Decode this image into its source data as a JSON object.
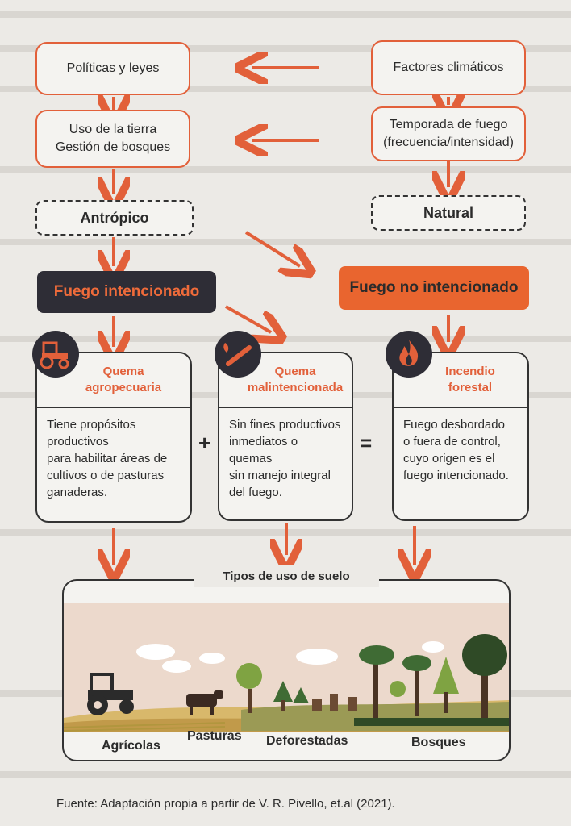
{
  "top_boxes": {
    "politicas": "Políticas y leyes",
    "uso_line1": "Uso de la tierra",
    "uso_line2": "Gestión de bosques",
    "factores": "Factores climáticos",
    "temporada_line1": "Temporada de fuego",
    "temporada_line2": "(frecuencia/intensidad)"
  },
  "origins": {
    "antropico": "Antrópico",
    "natural": "Natural"
  },
  "fire_types": {
    "intencionado": "Fuego intencionado",
    "no_intencionado": "Fuego no intencionado"
  },
  "cards": [
    {
      "title_line1": "Quema",
      "title_line2": "agropecuaria",
      "body": [
        "Tiene propósitos",
        "productivos",
        "para habilitar áreas de",
        "cultivos o de pasturas",
        "ganaderas."
      ],
      "icon": "tractor-icon"
    },
    {
      "title_line1": "Quema",
      "title_line2": "malintencionada",
      "body": [
        "Sin fines productivos",
        "inmediatos o quemas",
        "sin manejo integral",
        "del fuego."
      ],
      "icon": "match-icon"
    },
    {
      "title_line1": "Incendio",
      "title_line2": "forestal",
      "body": [
        "Fuego desbordado",
        "o fuera de control,",
        "cuyo origen es el",
        "fuego intencionado."
      ],
      "icon": "flame-icon"
    }
  ],
  "operators": {
    "plus": "+",
    "equals": "="
  },
  "land_use": {
    "title": "Tipos de uso de suelo",
    "labels": [
      "Agrícolas",
      "Pasturas",
      "Deforestadas",
      "Bosques"
    ]
  },
  "source": "Fuente: Adaptación propia a partir de V. R. Pivello, et.al (2021).",
  "colors": {
    "accent": "#e2603a",
    "dark": "#2e2d36",
    "background": "#eceae6"
  }
}
